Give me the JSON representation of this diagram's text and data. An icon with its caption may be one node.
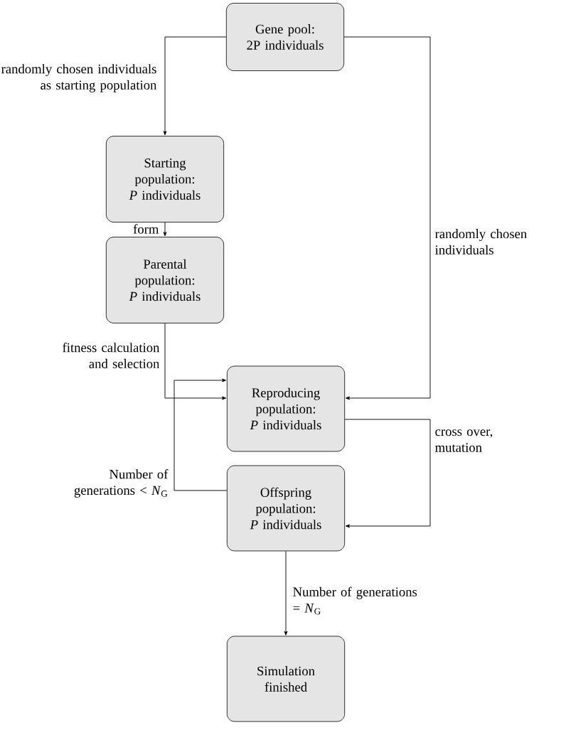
{
  "diagram": {
    "nodes": [
      {
        "text": [
          "Gene pool: 2P individuals"
        ]
      },
      {
        "text": [
          "Starting population: *P* individuals"
        ]
      },
      {
        "text": [
          "Parental population: *P* individuals"
        ]
      },
      {
        "text": [
          "Reproducing population: *P* individuals"
        ]
      },
      {
        "text": [
          "Offspring population: *P* individuals"
        ]
      },
      {
        "text": [
          "Simulation finished"
        ]
      }
    ],
    "edges": [
      {
        "from": 0,
        "to": 1,
        "arrow": "to",
        "label": "randomly chosen individuals as starting population"
      },
      {
        "from": 1,
        "to": 2,
        "arrow": "to",
        "label": "form"
      },
      {
        "from": 2,
        "to": 3,
        "arrow": "to",
        "label": "fitness calculation and selection"
      },
      {
        "from": 0,
        "to": 3,
        "arrow": "to",
        "label": "randomly chosen individuals"
      },
      {
        "from": 3,
        "to": 4,
        "arrow": "to",
        "label": "cross over, mutation"
      },
      {
        "from": 4,
        "to": 3,
        "arrow": "to",
        "label": "Number of generations < *N*$_{G}$"
      },
      {
        "from": 4,
        "to": 5,
        "arrow": "to",
        "label": "Number of generations = *N*$_{G}$"
      }
    ]
  }
}
